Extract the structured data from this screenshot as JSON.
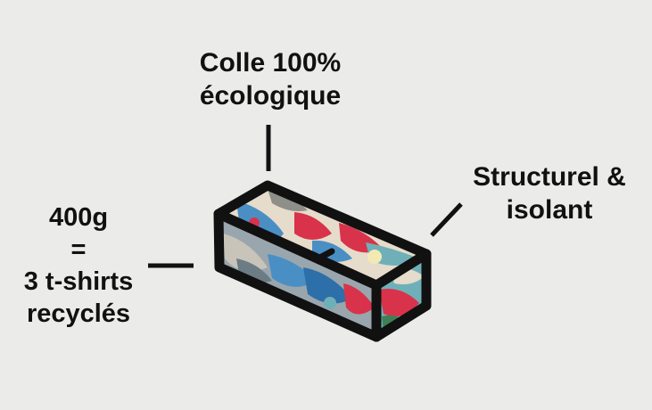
{
  "labels": {
    "top": [
      "Colle 100%",
      "écologique"
    ],
    "right": [
      "Structurel &",
      "isolant"
    ],
    "left": [
      "400g",
      "=",
      "3 t-shirts",
      "recyclés"
    ]
  },
  "colors": {
    "background": "#ebebea",
    "ink": "#111111",
    "fabric_blue": "#4a8fc4",
    "fabric_red": "#d8334a",
    "fabric_teal": "#6fb0b8",
    "fabric_cream": "#e6dccb",
    "fabric_grey": "#8f8f8a"
  },
  "illustration": {
    "object": "brick",
    "texture": "recycled-fabric"
  }
}
